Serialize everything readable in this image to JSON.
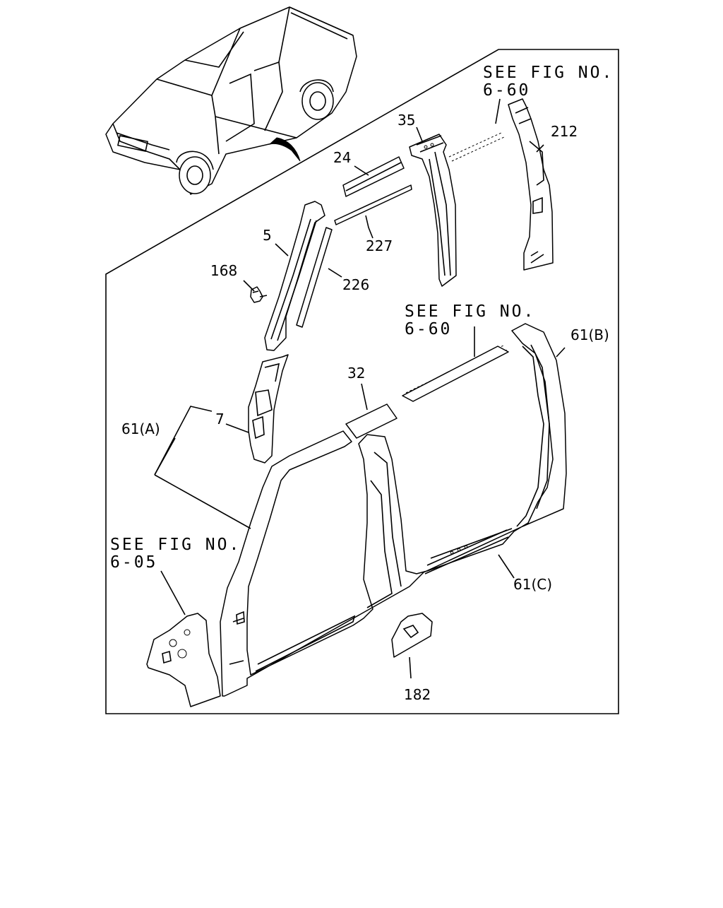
{
  "labels": {
    "p5": "5",
    "p7": "7",
    "p24": "24",
    "p32": "32",
    "p35": "35",
    "p61a": "61(A)",
    "p61b": "61(B)",
    "p61c": "61(C)",
    "p168": "168",
    "p182": "182",
    "p212": "212",
    "p226": "226",
    "p227": "227"
  },
  "references": {
    "top": {
      "line1": "SEE FIG NO.",
      "line2": "6-60"
    },
    "middle": {
      "line1": "SEE FIG NO.",
      "line2": "6-60"
    },
    "left": {
      "line1": "SEE FIG NO.",
      "line2": "6-05"
    }
  }
}
